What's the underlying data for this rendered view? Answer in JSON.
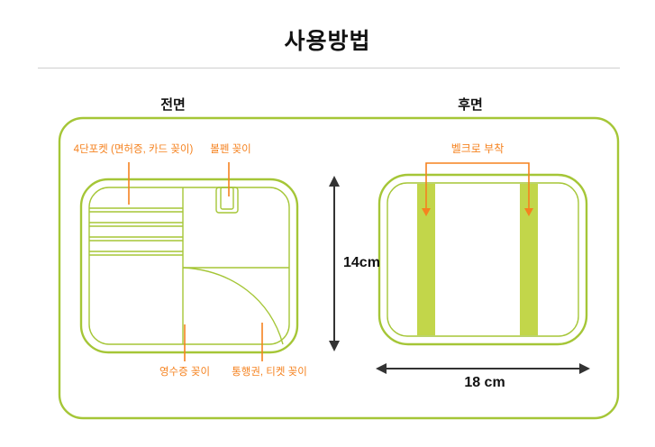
{
  "title": "사용방법",
  "front": {
    "label": "전면",
    "annotations": {
      "pocket4": "4단포켓 (면허증, 카드 꽂이)",
      "pen": "볼펜 꽂이",
      "receipt": "영수증 꽂이",
      "ticket": "통행권, 티켓 꽂이"
    }
  },
  "back": {
    "label": "후면",
    "annotations": {
      "velcro": "벨크로 부착"
    }
  },
  "dimensions": {
    "height": "14cm",
    "width": "18 cm"
  },
  "colors": {
    "outline_green": "#a5c637",
    "velcro_green": "#c2d64a",
    "annotation_orange": "#f5821f",
    "text_black": "#222222"
  }
}
